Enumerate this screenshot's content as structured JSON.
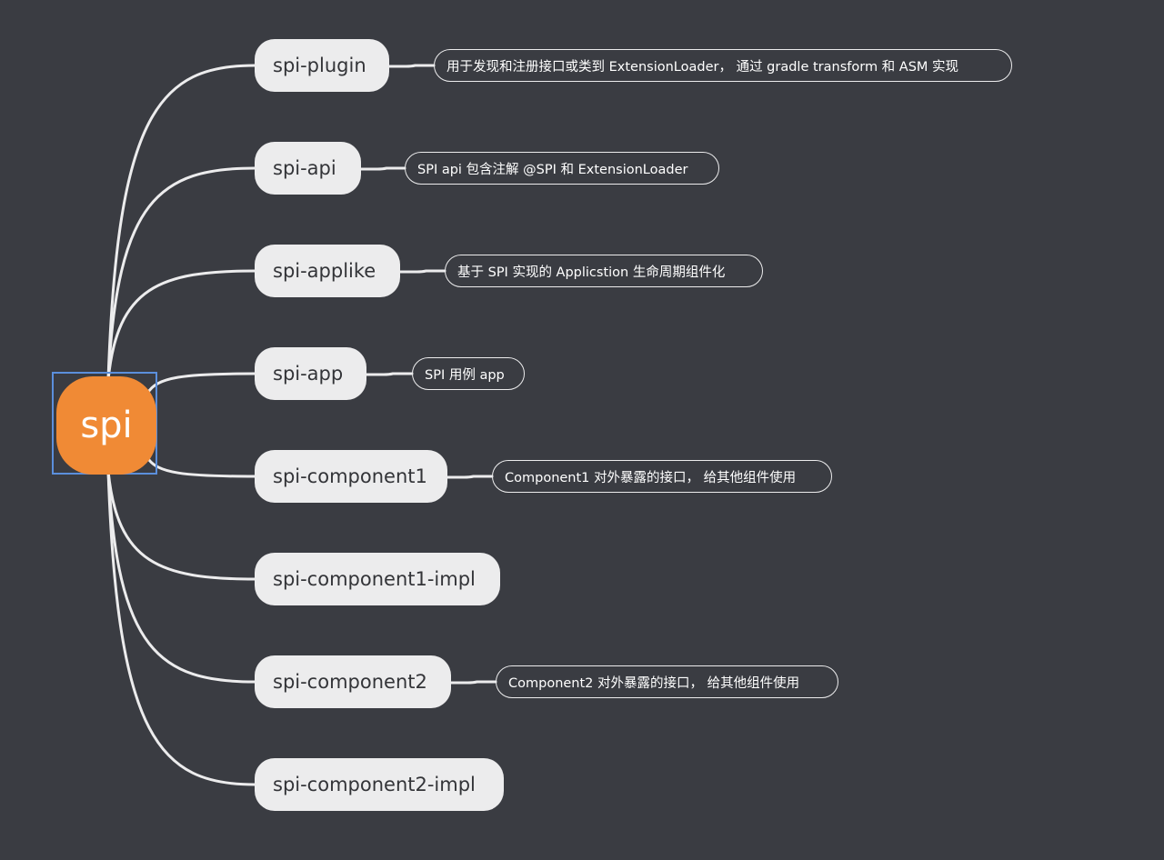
{
  "mindmap": {
    "root": {
      "label": "spi"
    },
    "branches": [
      {
        "label": "spi-plugin",
        "note": "用于发现和注册接口或类到 ExtensionLoader， 通过 gradle transform 和 ASM 实现"
      },
      {
        "label": "spi-api",
        "note": "SPI api 包含注解 @SPI 和 ExtensionLoader"
      },
      {
        "label": "spi-applike",
        "note": "基于 SPI 实现的 Applicstion 生命周期组件化"
      },
      {
        "label": "spi-app",
        "note": "SPI 用例 app"
      },
      {
        "label": "spi-component1",
        "note": "Component1 对外暴露的接口， 给其他组件使用"
      },
      {
        "label": "spi-component1-impl",
        "note": ""
      },
      {
        "label": "spi-component2",
        "note": "Component2 对外暴露的接口， 给其他组件使用"
      },
      {
        "label": "spi-component2-impl",
        "note": ""
      }
    ]
  },
  "colors": {
    "background": "#3a3c42",
    "root_fill": "#f08a35",
    "root_selection": "#5b8fdc",
    "branch_fill": "#ececed",
    "line": "#ececed"
  }
}
